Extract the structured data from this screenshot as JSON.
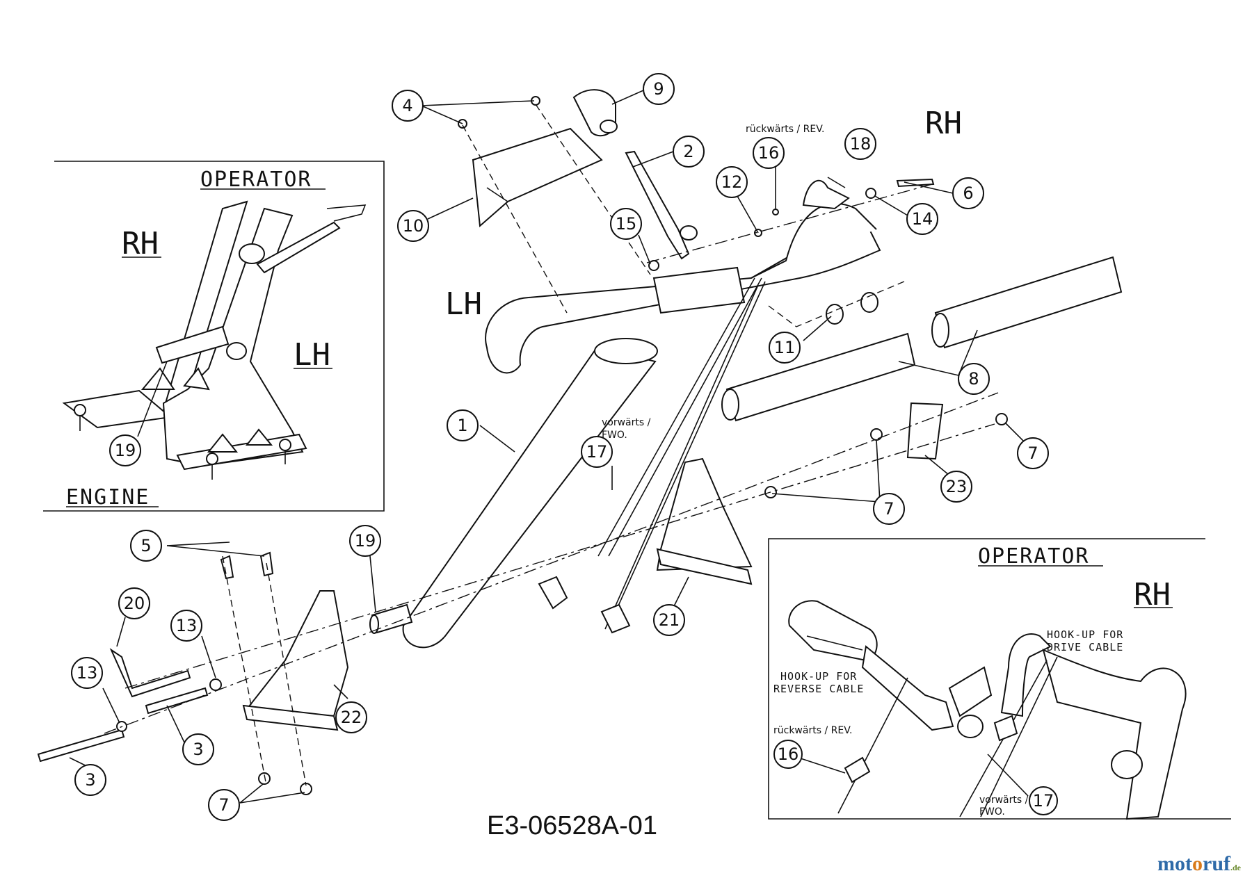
{
  "drawing": {
    "code": "E3-06528A-01",
    "side_rh": "RH",
    "side_lh": "LH"
  },
  "brand": {
    "name_pre": "mot",
    "name_o": "o",
    "name_post": "ruf",
    "tld": ".de"
  },
  "inset_left": {
    "operator": "OPERATOR",
    "rh": "RH",
    "lh": "LH",
    "engine": "ENGINE",
    "callout": "19"
  },
  "inset_right": {
    "operator": "OPERATOR",
    "rh": "RH",
    "drive_hookup_1": "HOOK-UP FOR",
    "drive_hookup_2": "DRIVE CABLE",
    "reverse_hookup_1": "HOOK-UP FOR",
    "reverse_hookup_2": "REVERSE CABLE",
    "rev_note": "rückwärts / REV.",
    "fwd_note_1": "vorwärts /",
    "fwd_note_2": "FWO.",
    "callout_16": "16",
    "callout_17": "17"
  },
  "notes": {
    "rev_top": "rückwärts / REV.",
    "fwd_1": "vorwärts /",
    "fwd_2": "FWO."
  },
  "callouts": {
    "c1": "1",
    "c2": "2",
    "c3a": "3",
    "c3b": "3",
    "c4": "4",
    "c5": "5",
    "c6": "6",
    "c7a": "7",
    "c7b": "7",
    "c7c": "7",
    "c8": "8",
    "c9": "9",
    "c10": "10",
    "c11": "11",
    "c12": "12",
    "c13a": "13",
    "c13b": "13",
    "c14": "14",
    "c15": "15",
    "c16": "16",
    "c17": "17",
    "c18": "18",
    "c19": "19",
    "c20": "20",
    "c21": "21",
    "c22": "22",
    "c23": "23"
  }
}
